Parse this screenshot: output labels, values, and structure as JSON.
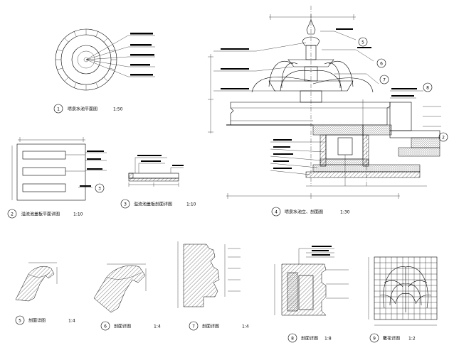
{
  "detail_titles": [
    {
      "num": "1",
      "title": "喷泉水池平面图",
      "scale": "1:50"
    },
    {
      "num": "2",
      "title": "溢流池盖板平面详图",
      "scale": "1:10"
    },
    {
      "num": "3",
      "title": "溢流池盖板剖面详图",
      "scale": "1:10"
    },
    {
      "num": "4",
      "title": "喷泉水池立、剖面图",
      "scale": "1:30"
    },
    {
      "num": "5",
      "title": "剖面详图",
      "scale": "1:4"
    },
    {
      "num": "6",
      "title": "剖面详图",
      "scale": "1:4"
    },
    {
      "num": "7",
      "title": "剖面详图",
      "scale": "1:4"
    },
    {
      "num": "8",
      "title": "剖面详图",
      "scale": "1:8"
    },
    {
      "num": "9",
      "title": "雕花详图",
      "scale": "1:2"
    }
  ],
  "callouts": {
    "c3": "3",
    "c5": "5",
    "c6": "6",
    "c7": "7",
    "c8": "8",
    "c2": "2"
  },
  "colors": {
    "line": "#000000",
    "background": "#ffffff"
  }
}
